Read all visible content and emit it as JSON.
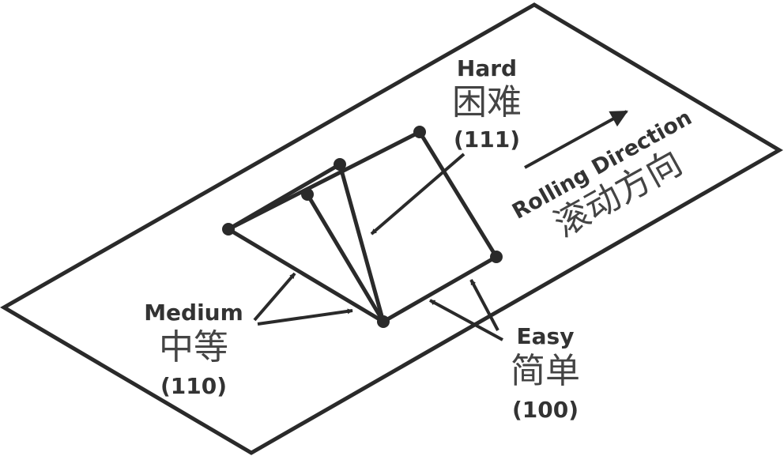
{
  "labels": {
    "hard": {
      "en": "Hard",
      "cn": "困难",
      "index": "(111)"
    },
    "medium": {
      "en": "Medium",
      "cn": "中等",
      "index": "(110)"
    },
    "easy": {
      "en": "Easy",
      "cn": "简单",
      "index": "(100)"
    },
    "rolling": {
      "en": "Rolling Direction",
      "cn": "滚动方向"
    }
  },
  "colors": {
    "line": "#2a2a2a",
    "text": "#333333",
    "background": "#ffffff"
  }
}
